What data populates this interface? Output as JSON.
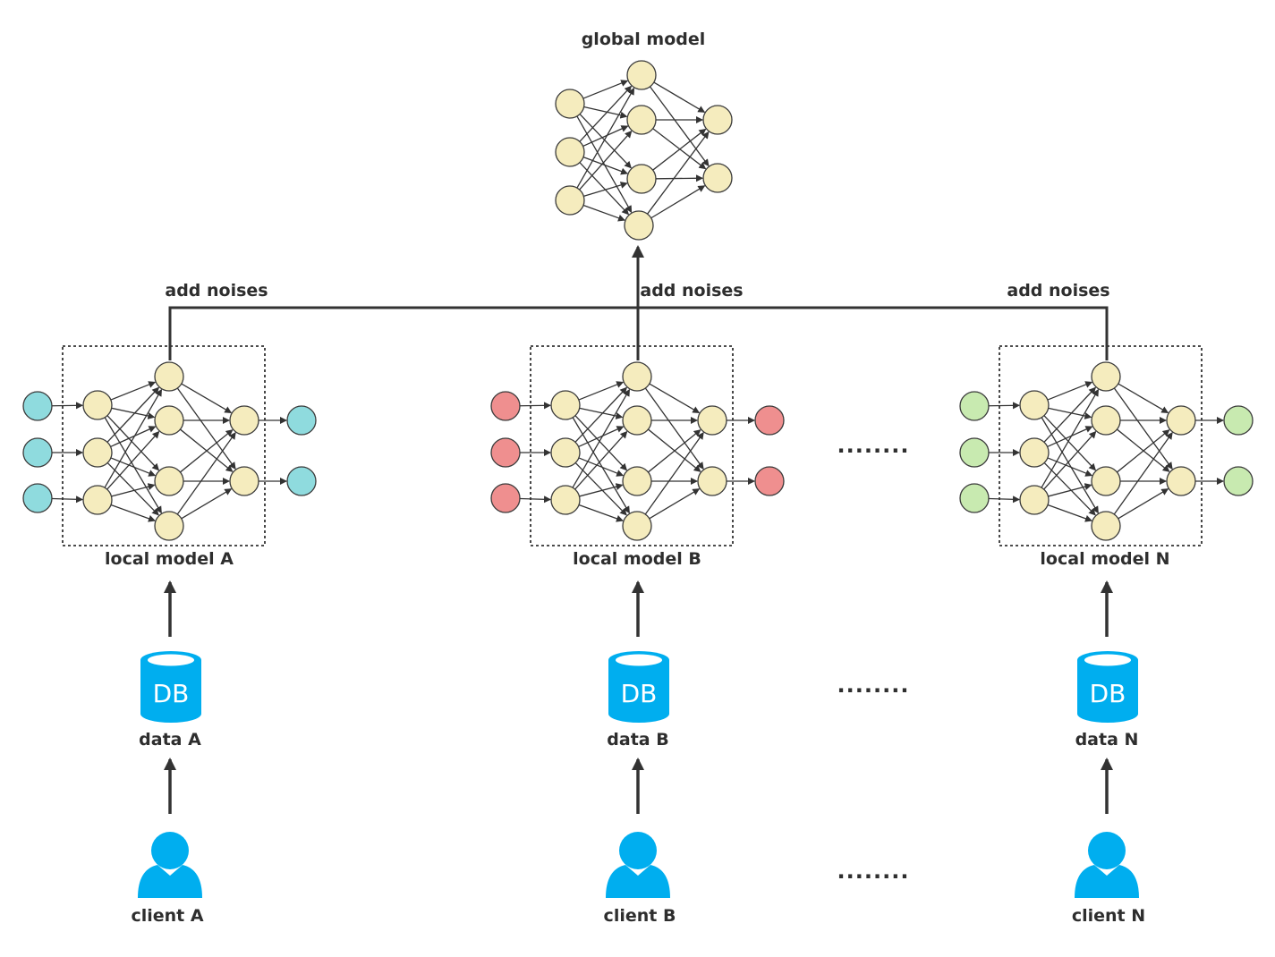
{
  "global_model": {
    "label": "global model"
  },
  "noise_labels": [
    "add noises",
    "add noises",
    "add noises"
  ],
  "clients": [
    {
      "model_label": "local model A",
      "db_text": "DB",
      "data_label": "data A",
      "client_label": "client A",
      "io_color": "#8fdbde"
    },
    {
      "model_label": "local model B",
      "db_text": "DB",
      "data_label": "data B",
      "client_label": "client B",
      "io_color": "#ef8f8f"
    },
    {
      "model_label": "local model N",
      "db_text": "DB",
      "data_label": "data N",
      "client_label": "client N",
      "io_color": "#c8eab0"
    }
  ],
  "ellipsis": "........",
  "colors": {
    "node_fill": "#f5ecbe",
    "node_stroke": "#3a3a3a",
    "icon_blue": "#00aeef",
    "line": "#333333"
  }
}
